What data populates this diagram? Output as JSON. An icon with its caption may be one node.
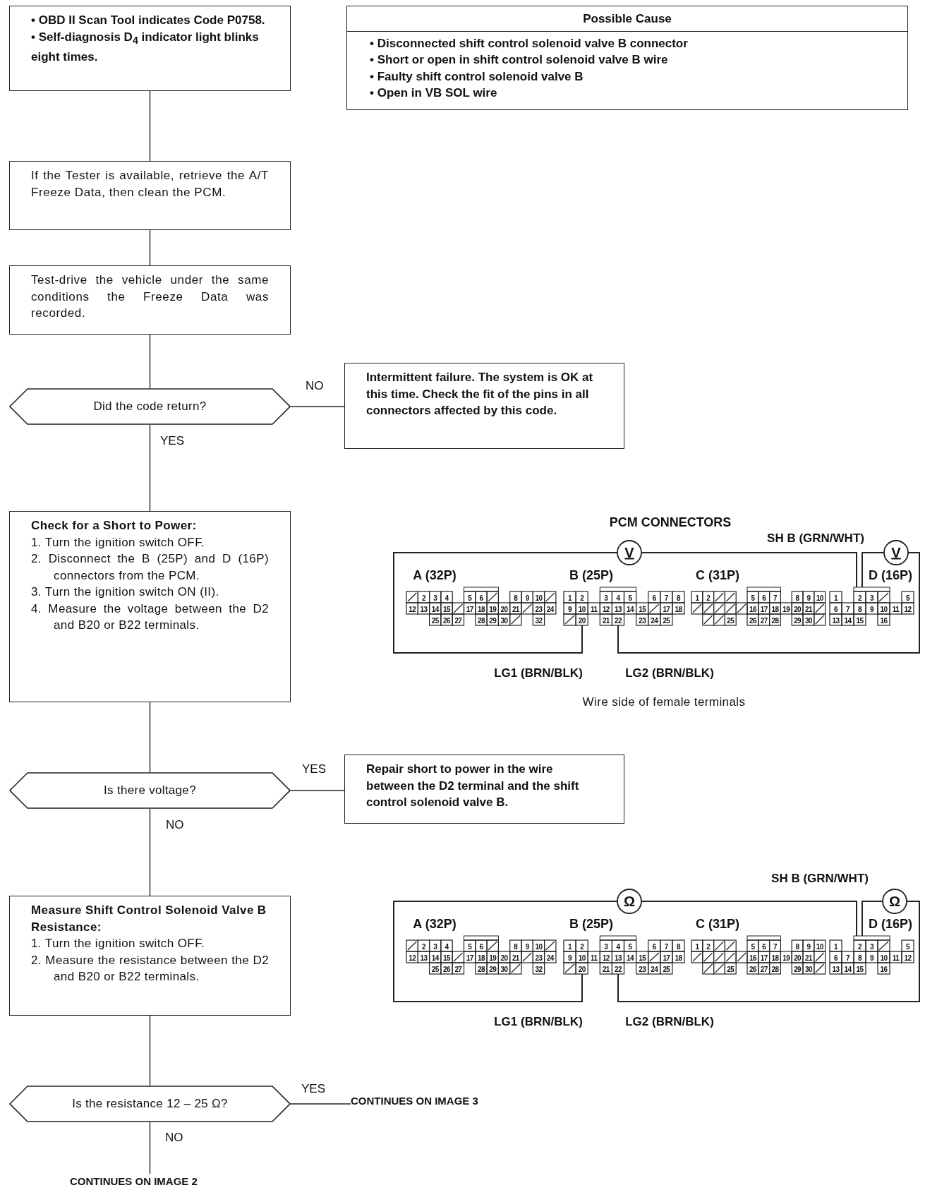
{
  "diagram": {
    "nodes": [
      {
        "text": [
          "• OBD II Scan Tool indicates Code P0758.",
          "• Self-diagnosis D$_{4}$ indicator light blinks eight times."
        ]
      },
      {
        "text": [
          "Possible Cause",
          "• Disconnected shift control solenoid valve B connector",
          "• Short or open in shift control solenoid valve B wire",
          "• Faulty shift control solenoid valve B",
          "• Open in VB SOL wire"
        ]
      },
      {
        "text": [
          "If the Tester is available, retrieve the A/T Freeze Data, then clean the PCM."
        ]
      },
      {
        "text": [
          "Test-drive the vehicle under the same conditions the Freeze Data was recorded."
        ]
      },
      {
        "text": [
          "Did the code return?"
        ]
      },
      {
        "text": [
          "Intermittent failure. The system is OK at this time. Check the fit of the pins in all connectors affected by this code."
        ]
      },
      {
        "text": [
          "Check for a Short to Power:",
          "1. Turn the ignition switch OFF.",
          "2. Disconnect the B (25P) and D (16P) connectors from the PCM.",
          "3. Turn the ignition switch ON (II).",
          "4. Measure the voltage between the D2 and B20 or B22 terminals."
        ]
      },
      {
        "text": [
          "Is there voltage?"
        ]
      },
      {
        "text": [
          "Repair short to power in the wire between the D2 terminal and the shift control solenoid valve B."
        ]
      },
      {
        "text": [
          "Measure Shift Control Solenoid Valve B Resistance:",
          "1. Turn the ignition switch OFF.",
          "2. Measure the resistance between the D2 and B20 or B22 terminals."
        ]
      },
      {
        "text": [
          "Is the resistance 12 – 25 Ω?"
        ]
      },
      {
        "text": [
          "CONTINUES ON IMAGE 3"
        ]
      },
      {
        "text": [
          "CONTINUES ON IMAGE 2"
        ]
      }
    ],
    "edges": [
      {
        "from": 0,
        "to": 2,
        "arrow": "none"
      },
      {
        "from": 2,
        "to": 3,
        "arrow": "none"
      },
      {
        "from": 3,
        "to": 4,
        "arrow": "none"
      },
      {
        "from": 4,
        "to": 5,
        "arrow": "none",
        "label": "NO"
      },
      {
        "from": 4,
        "to": 6,
        "arrow": "none",
        "label": "YES"
      },
      {
        "from": 6,
        "to": 7,
        "arrow": "none"
      },
      {
        "from": 7,
        "to": 8,
        "arrow": "none",
        "label": "YES"
      },
      {
        "from": 7,
        "to": 9,
        "arrow": "none",
        "label": "NO"
      },
      {
        "from": 9,
        "to": 10,
        "arrow": "none"
      },
      {
        "from": 10,
        "to": 11,
        "arrow": "none",
        "label": "YES"
      },
      {
        "from": 10,
        "to": 12,
        "arrow": "none",
        "label": "NO"
      }
    ],
    "labels": [
      "PCM CONNECTORS",
      "V",
      "SH B (GRN/WHT)",
      "V",
      "A (32P)",
      "B (25P)",
      "C (31P)",
      "D (16P)",
      "2",
      "3",
      "4",
      "5",
      "6",
      "8",
      "9",
      "10",
      "12",
      "13",
      "14",
      "15",
      "17",
      "18",
      "19",
      "20",
      "21",
      "23",
      "24",
      "25",
      "26",
      "27",
      "28",
      "29",
      "30",
      "32",
      "1",
      "2",
      "3",
      "4",
      "5",
      "6",
      "7",
      "8",
      "9",
      "10",
      "11",
      "12",
      "13",
      "14",
      "15",
      "17",
      "18",
      "20",
      "21",
      "22",
      "23",
      "24",
      "25",
      "1",
      "2",
      "5",
      "6",
      "7",
      "8",
      "9",
      "10",
      "16",
      "17",
      "18",
      "19",
      "20",
      "21",
      "25",
      "26",
      "27",
      "28",
      "29",
      "30",
      "1",
      "2",
      "3",
      "5",
      "6",
      "7",
      "8",
      "9",
      "10",
      "11",
      "12",
      "13",
      "14",
      "15",
      "16",
      "LG1 (BRN/BLK)",
      "LG2 (BRN/BLK)",
      "Wire side of female terminals",
      "SH B (GRN/WHT)",
      "Ω",
      "Ω",
      "A (32P)",
      "B (25P)",
      "C (31P)",
      "D (16P)",
      "2",
      "3",
      "4",
      "5",
      "6",
      "8",
      "9",
      "10",
      "12",
      "13",
      "14",
      "15",
      "17",
      "18",
      "19",
      "20",
      "21",
      "23",
      "24",
      "25",
      "26",
      "27",
      "28",
      "29",
      "30",
      "32",
      "1",
      "2",
      "3",
      "4",
      "5",
      "6",
      "7",
      "8",
      "9",
      "10",
      "11",
      "12",
      "13",
      "14",
      "15",
      "17",
      "18",
      "20",
      "21",
      "22",
      "23",
      "24",
      "25",
      "1",
      "2",
      "5",
      "6",
      "7",
      "8",
      "9",
      "10",
      "16",
      "17",
      "18",
      "19",
      "20",
      "21",
      "25",
      "26",
      "27",
      "28",
      "29",
      "30",
      "1",
      "2",
      "3",
      "5",
      "6",
      "7",
      "8",
      "9",
      "10",
      "11",
      "12",
      "13",
      "14",
      "15",
      "16",
      "LG1 (BRN/BLK)",
      "LG2 (BRN/BLK)"
    ]
  }
}
